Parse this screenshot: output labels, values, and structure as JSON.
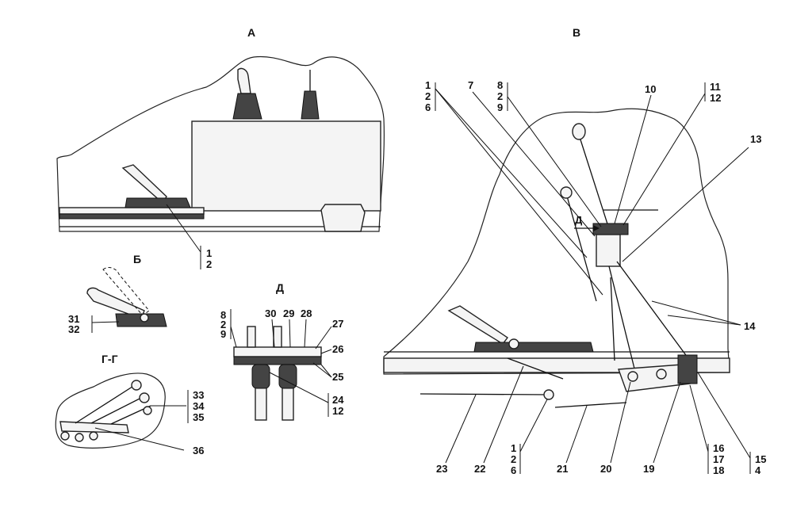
{
  "views": {
    "a": {
      "title": "А",
      "callouts": [
        "1",
        "2"
      ]
    },
    "b": {
      "title": "Б",
      "callouts": [
        "31",
        "32"
      ]
    },
    "g": {
      "title": "Г-Г",
      "callouts": [
        "33",
        "34",
        "35",
        "36"
      ]
    },
    "d": {
      "title": "Д",
      "callouts_left": [
        "8",
        "2",
        "9"
      ],
      "callouts_top": [
        "30",
        "29",
        "28",
        "27"
      ],
      "callouts_right": [
        "26",
        "25",
        "24",
        "12"
      ]
    },
    "v": {
      "title": "В",
      "arrow_label": "Д",
      "top_callouts": {
        "g1": [
          "1",
          "2",
          "6"
        ],
        "c7": "7",
        "g8": [
          "8",
          "2",
          "9"
        ],
        "c10": "10",
        "g11": [
          "11",
          "12"
        ],
        "c13": "13"
      },
      "right_callouts": {
        "c14": "14"
      },
      "bottom_callouts": {
        "c23": "23",
        "c22": "22",
        "g1b": [
          "1",
          "2",
          "6"
        ],
        "c21": "21",
        "c20": "20",
        "c19": "19",
        "g16": [
          "16",
          "17",
          "18"
        ],
        "g15": [
          "15",
          "4"
        ]
      }
    }
  }
}
